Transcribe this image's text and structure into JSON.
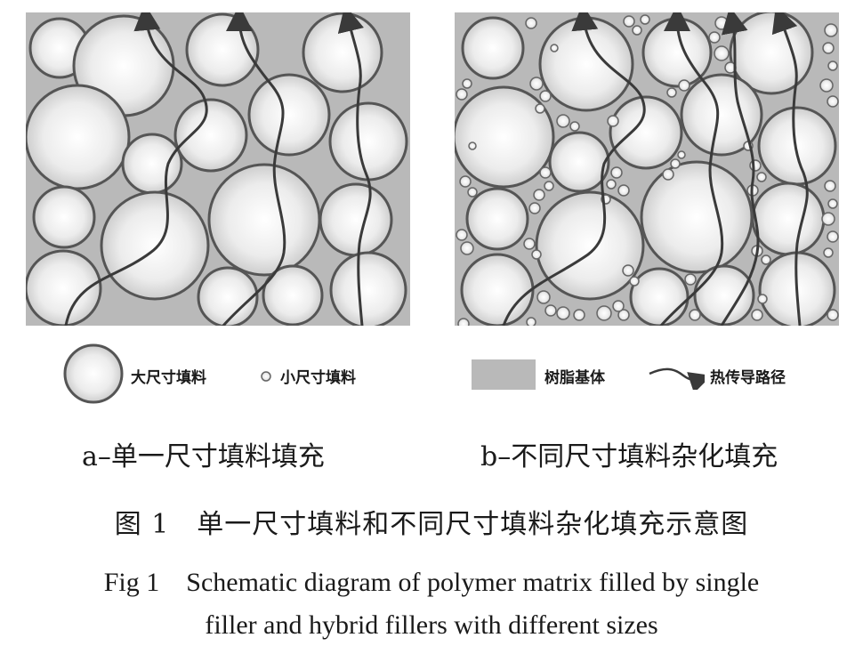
{
  "legend": {
    "large_filler": "大尺寸填料",
    "small_filler": "小尺寸填料",
    "resin_matrix": "树脂基体",
    "heat_path": "热传导路径"
  },
  "panels": {
    "a_caption": "a–单一尺寸填料填充",
    "b_caption": "b–不同尺寸填料杂化填充"
  },
  "figure": {
    "caption_cn": "图 1　单一尺寸填料和不同尺寸填料杂化填充示意图",
    "caption_en_line1": "Fig 1　Schematic diagram of polymer matrix filled by single",
    "caption_en_line2": "filler and hybrid fillers with different sizes"
  },
  "colors": {
    "matrix": "#b9b9b9",
    "filler_edge": "#555555",
    "path": "#3a3a3a"
  }
}
